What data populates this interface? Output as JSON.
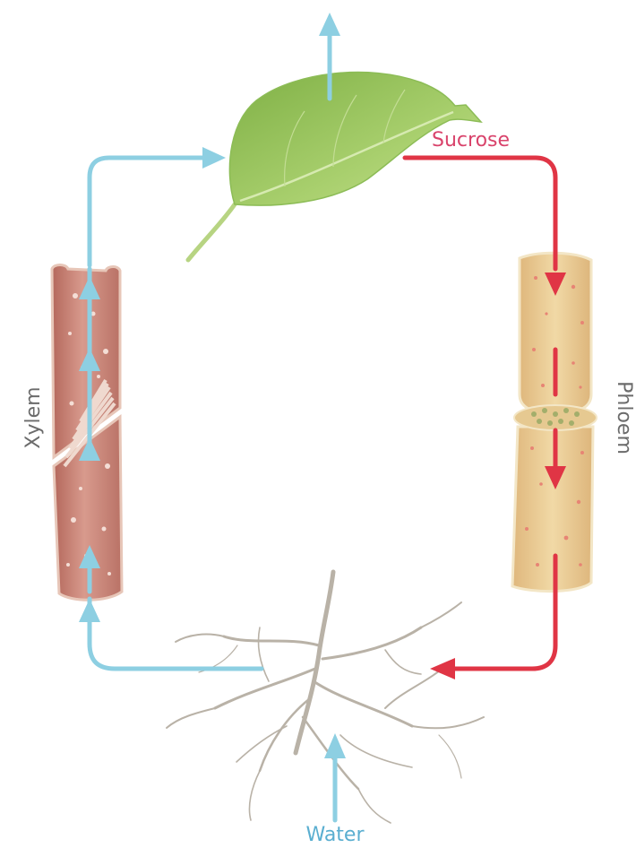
{
  "diagram": {
    "labels": {
      "sucrose": "Sucrose",
      "xylem": "Xylem",
      "phloem": "Phloem",
      "water": "Water"
    },
    "colors": {
      "water_flow": "#8dcfe2",
      "sucrose_flow": "#e03545",
      "sucrose_text": "#d9436b",
      "water_text": "#5aaed0",
      "tissue_text": "#6b6b6b",
      "leaf": "#a6cd6a",
      "xylem": "#cd8f82",
      "phloem": "#ecd19c",
      "root": "#b9b2a7"
    }
  }
}
